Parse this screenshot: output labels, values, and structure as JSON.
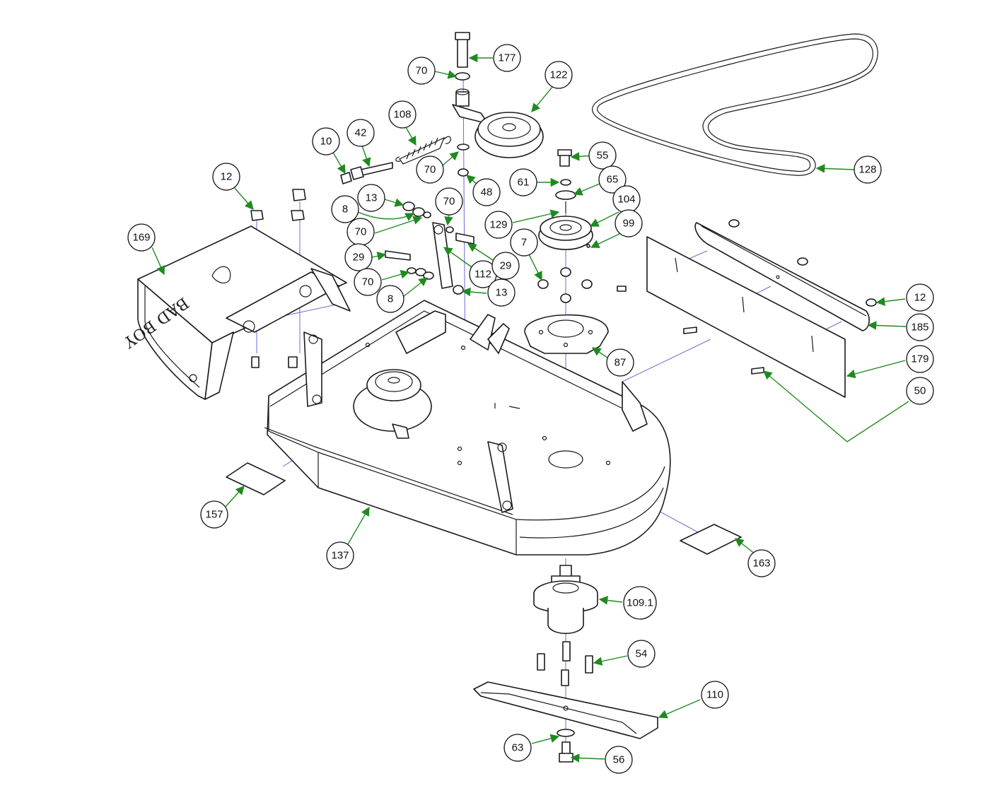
{
  "diagram": {
    "colors": {
      "leader": "#1f8a1f",
      "axis": "#6b6bd6",
      "line": "#1a1a1a"
    },
    "logo_text": "BAD BOY",
    "callouts": [
      {
        "id": "c177",
        "label": "177"
      },
      {
        "id": "c70a",
        "label": "70"
      },
      {
        "id": "c122",
        "label": "122"
      },
      {
        "id": "c108",
        "label": "108"
      },
      {
        "id": "c42",
        "label": "42"
      },
      {
        "id": "c10",
        "label": "10"
      },
      {
        "id": "c70b",
        "label": "70"
      },
      {
        "id": "c48",
        "label": "48"
      },
      {
        "id": "c55",
        "label": "55"
      },
      {
        "id": "c61",
        "label": "61"
      },
      {
        "id": "c65",
        "label": "65"
      },
      {
        "id": "c128",
        "label": "128"
      },
      {
        "id": "c12a",
        "label": "12"
      },
      {
        "id": "c13a",
        "label": "13"
      },
      {
        "id": "c70c",
        "label": "70"
      },
      {
        "id": "c8a",
        "label": "8"
      },
      {
        "id": "c70d",
        "label": "70"
      },
      {
        "id": "c104",
        "label": "104"
      },
      {
        "id": "c129",
        "label": "129"
      },
      {
        "id": "c99",
        "label": "99"
      },
      {
        "id": "c169",
        "label": "169"
      },
      {
        "id": "c29a",
        "label": "29"
      },
      {
        "id": "c112",
        "label": "112"
      },
      {
        "id": "c29b",
        "label": "29"
      },
      {
        "id": "c7",
        "label": "7"
      },
      {
        "id": "c70e",
        "label": "70"
      },
      {
        "id": "c8b",
        "label": "8"
      },
      {
        "id": "c13b",
        "label": "13"
      },
      {
        "id": "c12b",
        "label": "12"
      },
      {
        "id": "c185",
        "label": "185"
      },
      {
        "id": "c87",
        "label": "87"
      },
      {
        "id": "c179",
        "label": "179"
      },
      {
        "id": "c50",
        "label": "50"
      },
      {
        "id": "c157",
        "label": "157"
      },
      {
        "id": "c137",
        "label": "137"
      },
      {
        "id": "c163",
        "label": "163"
      },
      {
        "id": "c1091",
        "label": "109.1"
      },
      {
        "id": "c54",
        "label": "54"
      },
      {
        "id": "c110",
        "label": "110"
      },
      {
        "id": "c63",
        "label": "63"
      },
      {
        "id": "c56",
        "label": "56"
      }
    ]
  }
}
